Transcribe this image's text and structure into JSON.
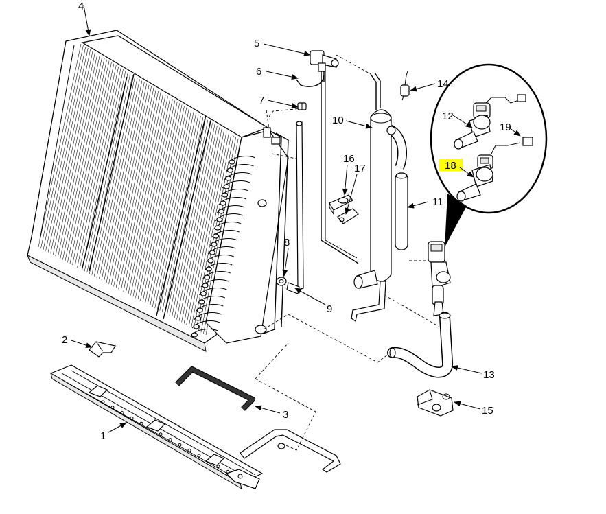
{
  "diagram": {
    "callouts": [
      "1",
      "2",
      "3",
      "4",
      "5",
      "6",
      "7",
      "8",
      "9",
      "10",
      "11",
      "12",
      "13",
      "14",
      "15",
      "16",
      "17",
      "18",
      "19"
    ],
    "highlighted_callout": "18",
    "highlight_color": "#ffff00"
  }
}
